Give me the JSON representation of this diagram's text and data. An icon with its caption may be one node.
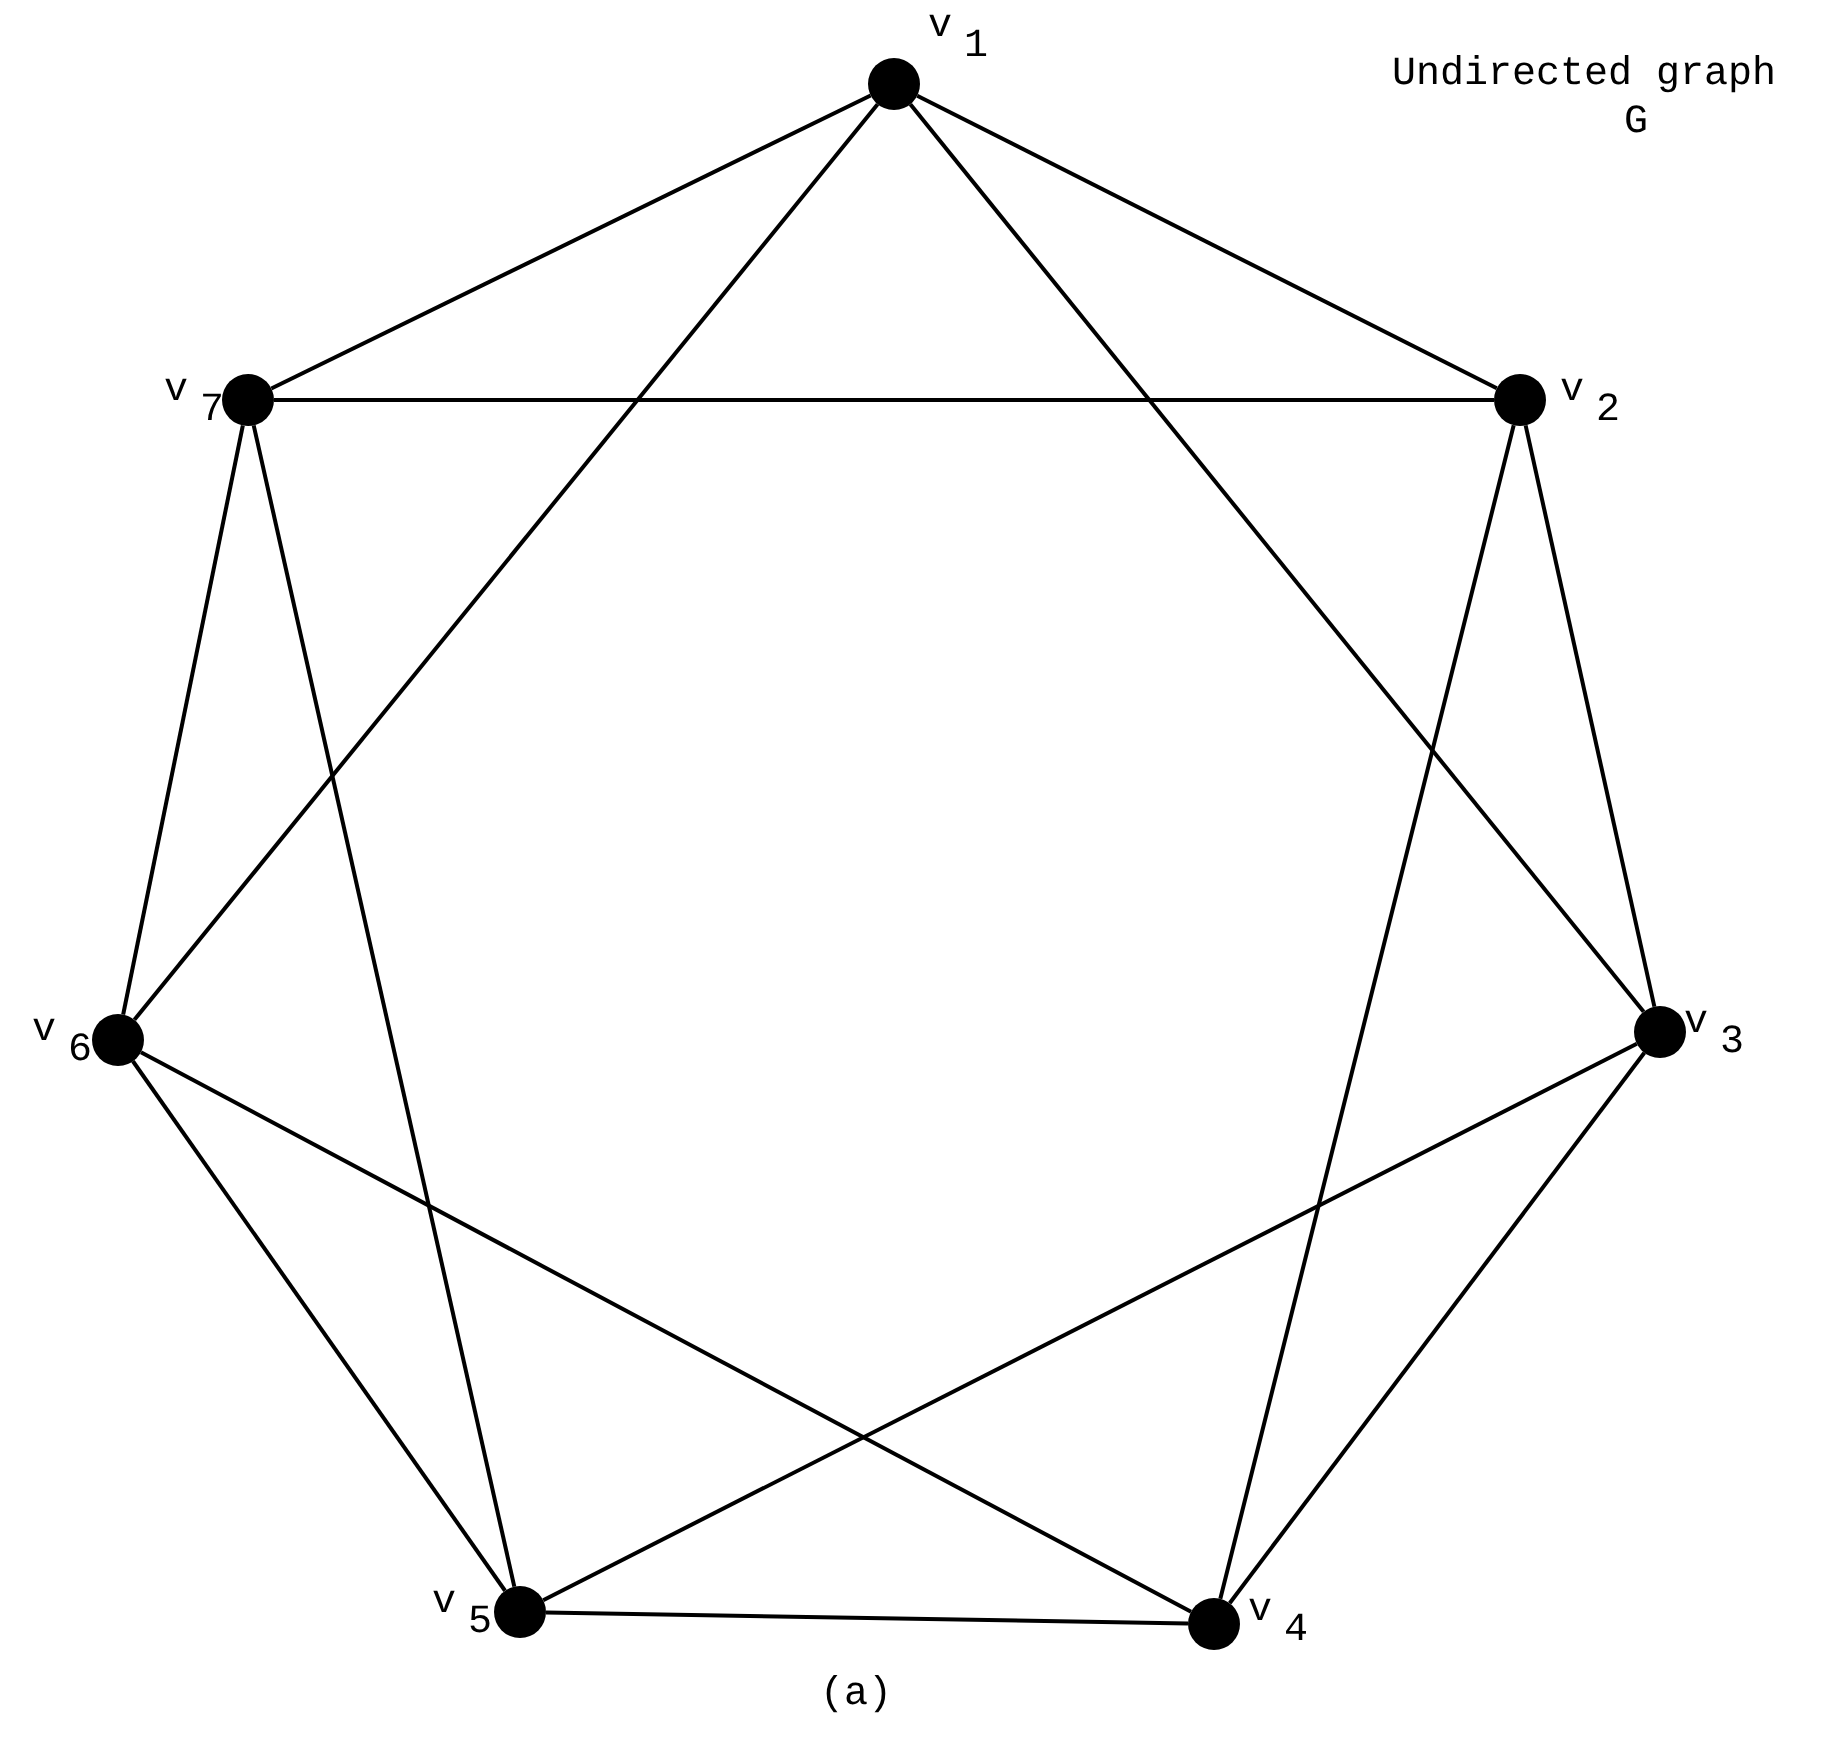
{
  "diagram": {
    "caption": "(a)",
    "nodes": [
      {
        "text": [],
        "shape": "circle",
        "beside": [
          "v$_{1}$"
        ]
      },
      {
        "text": [],
        "shape": "circle",
        "beside": [
          "v$_{2}$"
        ]
      },
      {
        "text": [],
        "shape": "circle",
        "beside": [
          "v$_{3}$"
        ]
      },
      {
        "text": [],
        "shape": "circle",
        "beside": [
          "v$_{4}$"
        ]
      },
      {
        "text": [],
        "shape": "circle",
        "beside": [
          "v$_{5}$"
        ]
      },
      {
        "text": [],
        "shape": "circle",
        "beside": [
          "v$_{6}$"
        ]
      },
      {
        "text": [],
        "shape": "circle",
        "beside": [
          "v$_{7}$"
        ]
      }
    ],
    "edges": [
      {
        "from": 0,
        "to": 6,
        "arrow": "none"
      },
      {
        "from": 0,
        "to": 1,
        "arrow": "none"
      },
      {
        "from": 0,
        "to": 5,
        "arrow": "none"
      },
      {
        "from": 0,
        "to": 2,
        "arrow": "none"
      },
      {
        "from": 6,
        "to": 1,
        "arrow": "none"
      },
      {
        "from": 6,
        "to": 5,
        "arrow": "none"
      },
      {
        "from": 6,
        "to": 4,
        "arrow": "none"
      },
      {
        "from": 1,
        "to": 2,
        "arrow": "none"
      },
      {
        "from": 1,
        "to": 3,
        "arrow": "none"
      },
      {
        "from": 2,
        "to": 3,
        "arrow": "none"
      },
      {
        "from": 2,
        "to": 4,
        "arrow": "none"
      },
      {
        "from": 5,
        "to": 4,
        "arrow": "none"
      },
      {
        "from": 5,
        "to": 3,
        "arrow": "none"
      },
      {
        "from": 4,
        "to": 3,
        "arrow": "none"
      }
    ],
    "labels": [
      "Undirected graph",
      "G"
    ]
  }
}
